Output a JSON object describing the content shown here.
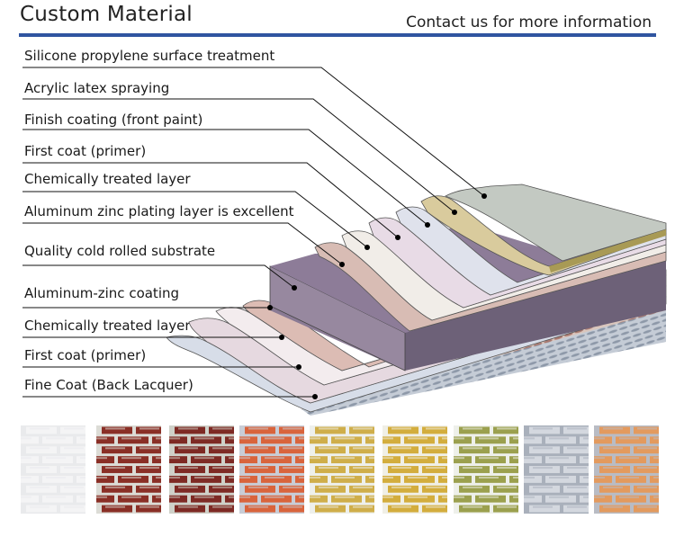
{
  "header": {
    "title": "Custom Material",
    "contact": "Contact us for more information",
    "accent_color": "#2f55a0"
  },
  "layers_top": [
    {
      "label": "Silicone propylene surface treatment"
    },
    {
      "label": "Acrylic latex spraying"
    },
    {
      "label": "Finish coating (front paint)"
    },
    {
      "label": "First coat (primer)"
    },
    {
      "label": "Chemically treated layer"
    },
    {
      "label": "Aluminum zinc plating layer is excellent"
    }
  ],
  "substrate": {
    "label": "Quality cold rolled substrate"
  },
  "layers_bottom": [
    {
      "label": "Aluminum-zinc coating"
    },
    {
      "label": "Chemically treated layer"
    },
    {
      "label": "First coat (primer)"
    },
    {
      "label": "Fine Coat (Back Lacquer)"
    }
  ],
  "swatches": [
    {
      "name": "white-brick",
      "base": "#e9eaec",
      "brick": "#f4f4f5",
      "mortar": "#d8d9dc"
    },
    {
      "name": "dark-red-brick",
      "base": "#dcdcd6",
      "brick": "#8a2f26",
      "mortar": "#d6d8d2"
    },
    {
      "name": "maroon-brick",
      "base": "#cfd1c9",
      "brick": "#7e2a24",
      "mortar": "#c9ccc4"
    },
    {
      "name": "orange-brick",
      "base": "#c9cdd6",
      "brick": "#d9643c",
      "mortar": "#c8ccd5"
    },
    {
      "name": "yellow-brick",
      "base": "#eef0ec",
      "brick": "#cfae4a",
      "mortar": "#eceee9"
    },
    {
      "name": "gold-brick",
      "base": "#f0efe6",
      "brick": "#d3ad3d",
      "mortar": "#efeee6"
    },
    {
      "name": "olive-brick",
      "base": "#eef0ea",
      "brick": "#9ba04e",
      "mortar": "#ecefe8"
    },
    {
      "name": "grey-brick",
      "base": "#a9b0bb",
      "brick": "#d4d8df",
      "mortar": "#a4abb6"
    },
    {
      "name": "peach-brick",
      "base": "#b9bcc4",
      "brick": "#e39a5e",
      "mortar": "#b6b9c1"
    }
  ]
}
